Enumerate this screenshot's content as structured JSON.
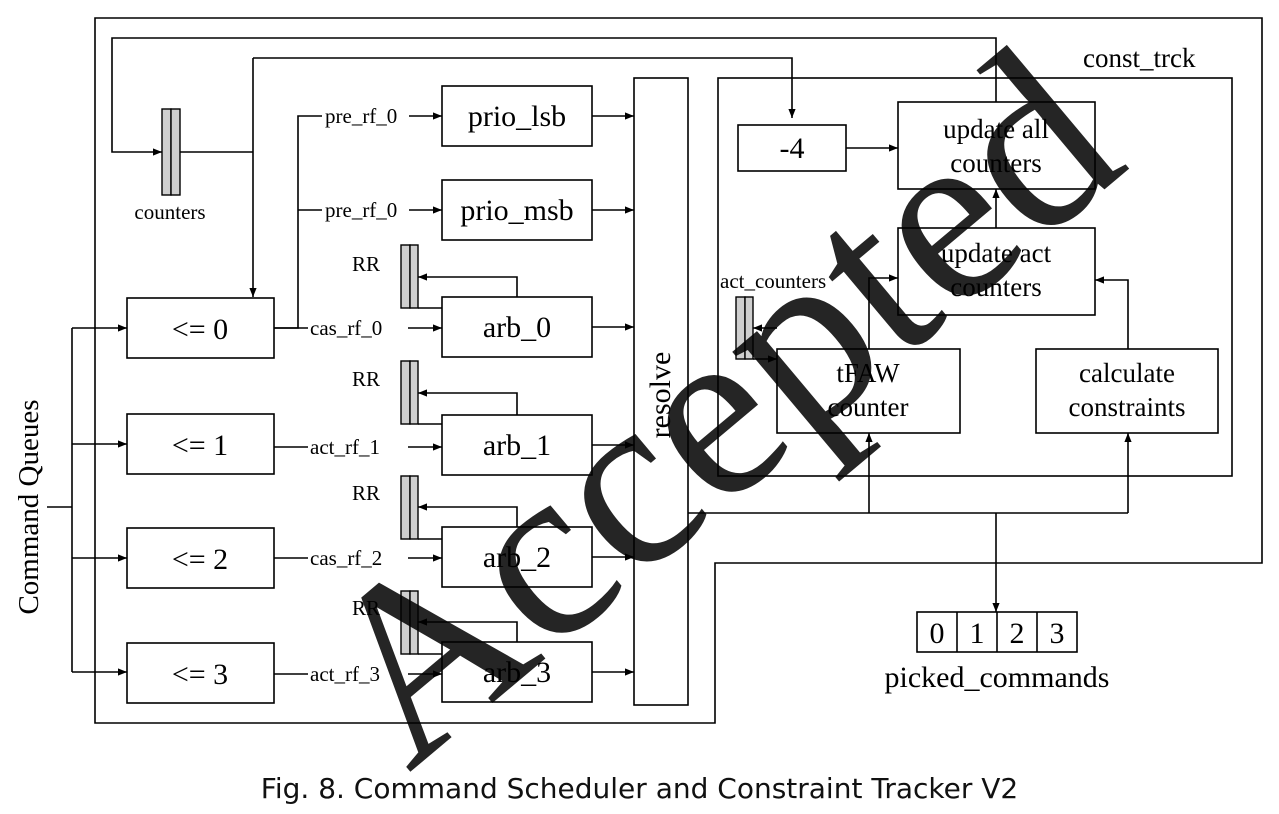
{
  "watermark": "Accepted",
  "diagram": {
    "side_label": "Command Queues",
    "counters_label": "counters",
    "tracker_title": "const_trck",
    "comparators": [
      "<= 0",
      "<= 1",
      "<= 2",
      "<= 3"
    ],
    "signals": {
      "pre_top": "pre_rf_0",
      "pre_mid": "pre_rf_0",
      "row0": "cas_rf_0",
      "row1": "act_rf_1",
      "row2": "cas_rf_2",
      "row3": "act_rf_3"
    },
    "prio": [
      "prio_lsb",
      "prio_msb"
    ],
    "rr_label": "RR",
    "arbiters": [
      "arb_0",
      "arb_1",
      "arb_2",
      "arb_3"
    ],
    "resolve": "resolve",
    "minus": "-4",
    "update_all": [
      "update all",
      "counters"
    ],
    "update_act": [
      "update act",
      "counters"
    ],
    "act_counters": "act_counters",
    "tfaw": [
      "tFAW",
      "counter"
    ],
    "calc": [
      "calculate",
      "constraints"
    ],
    "picked": {
      "cells": [
        "0",
        "1",
        "2",
        "3"
      ],
      "label": "picked_commands"
    }
  },
  "caption": "Fig. 8.  Command Scheduler and Constraint Tracker V2"
}
